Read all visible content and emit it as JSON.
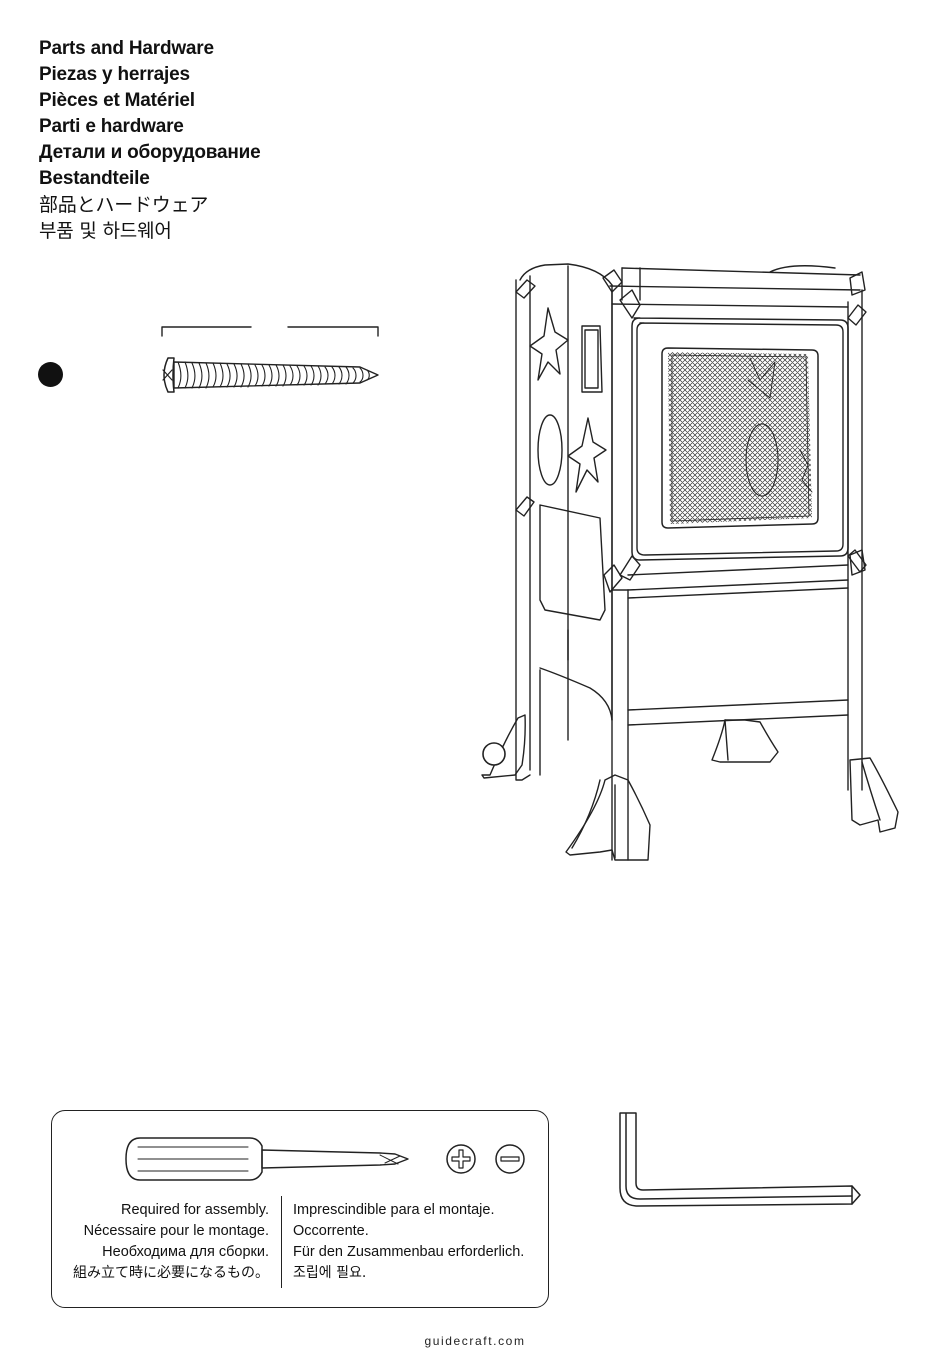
{
  "titles": [
    "Parts and Hardware",
    "Piezas y herrajes",
    "Pièces et Matériel",
    "Parti e hardware",
    "Детали и оборудование",
    "Bestandteile",
    "部品とハードウェア",
    "부품 및 하드웨어"
  ],
  "hardware": [
    {
      "icon": "screw-icon",
      "marker": "filled-dot"
    }
  ],
  "tools": {
    "icons": [
      "screwdriver-icon",
      "phillips-head-icon",
      "flat-head-icon",
      "allen-key-icon"
    ],
    "required_left": [
      "Required for assembly.",
      "Nécessaire pour le montage.",
      "Необходима для сборки.",
      "組み立て時に必要になるもの。"
    ],
    "required_right": [
      "Imprescindible para el montaje.",
      "Occorrente.",
      "Für den Zusammenbau erforderlich.",
      "조립에 필요."
    ]
  },
  "footer": {
    "website": "guidecraft.com"
  },
  "colors": {
    "line": "#222222",
    "background": "#ffffff"
  }
}
